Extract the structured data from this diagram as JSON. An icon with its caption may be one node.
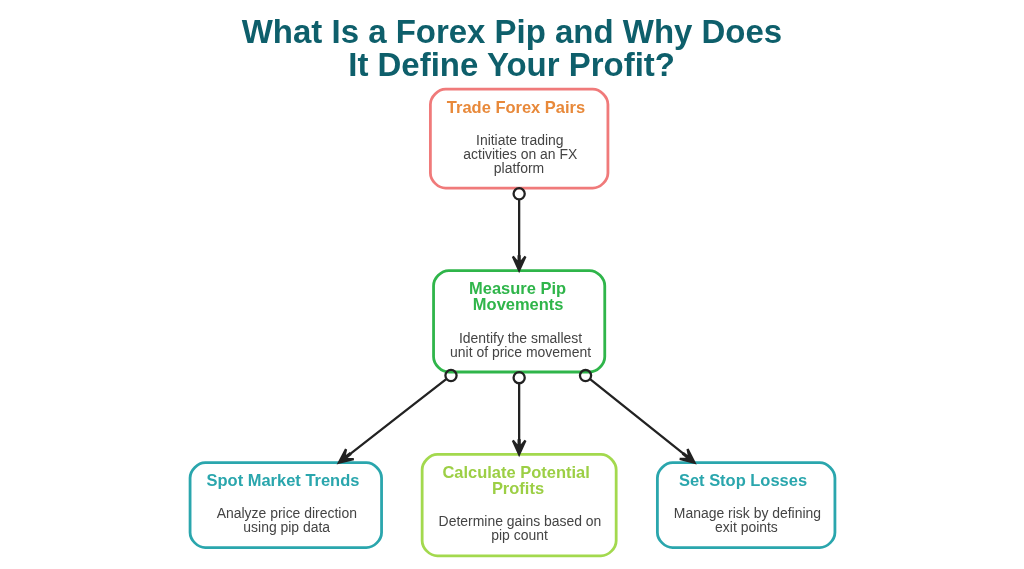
{
  "diagram": {
    "title": "What Is a Forex Pip and Why Does It Define Your Profit?",
    "nodes": [
      {
        "text": [
          "Trade Forex Pairs",
          "Initiate trading activities on an FX platform"
        ]
      },
      {
        "text": [
          "Measure Pip Movements",
          "Identify the smallest unit of price movement"
        ]
      },
      {
        "text": [
          "Spot Market Trends",
          "Analyze price direction using pip data"
        ]
      },
      {
        "text": [
          "Calculate Potential Profits",
          "Determine gains based on pip count"
        ]
      },
      {
        "text": [
          "Set Stop Losses",
          "Manage risk by defining exit points"
        ]
      }
    ],
    "edges": [
      {
        "from": 0,
        "to": 1,
        "arrow": "to"
      },
      {
        "from": 1,
        "to": 2,
        "arrow": "to"
      },
      {
        "from": 1,
        "to": 3,
        "arrow": "to"
      },
      {
        "from": 1,
        "to": 4,
        "arrow": "to"
      }
    ]
  }
}
